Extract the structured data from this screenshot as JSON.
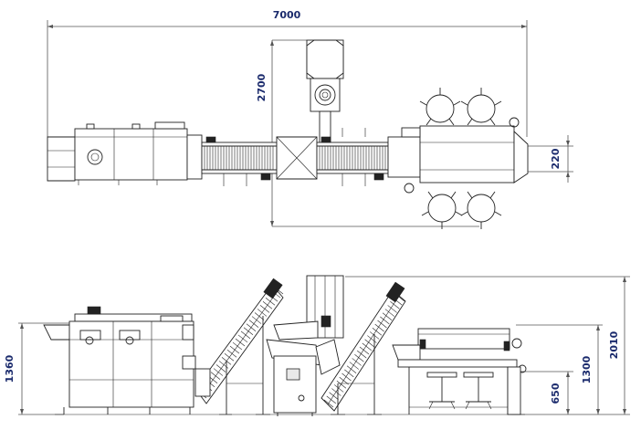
{
  "dimensions": {
    "overall_length": "7000",
    "top_view_depth": "2700",
    "outlet_width": "220",
    "overall_height": "2010",
    "machine_height": "1360",
    "inspection_height": "1300",
    "outlet_height": "650"
  }
}
